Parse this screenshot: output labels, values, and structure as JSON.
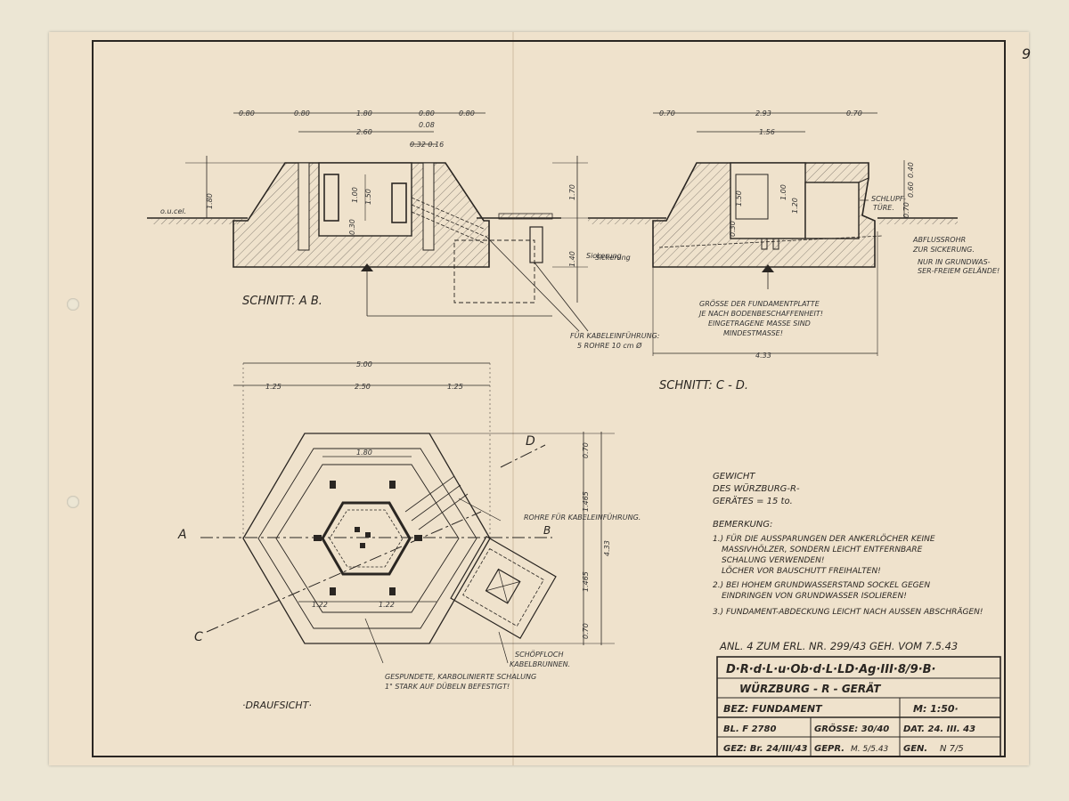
{
  "sheet": {
    "page_number": "9"
  },
  "section_ab": {
    "title": "SCHNITT: A B.",
    "label_oil": "o.u.cel.",
    "dims_top": [
      "0.80",
      "0.80",
      "1.80",
      "0.80",
      "0.80"
    ],
    "dim_260": "2.60",
    "dim_032_016": "0.32 0.16",
    "dim_008": "0.08",
    "dim_180": "1.80",
    "dim_100": "1.00",
    "dim_150": "1.50",
    "dim_030": "0.30",
    "dim_170": "1.70",
    "dim_140": "1.40",
    "label_sickerung": "Sickerung",
    "cable_note": [
      "FÜR KABELEINFÜHRUNG:",
      "5 ROHRE 10 cm Ø"
    ]
  },
  "section_cd": {
    "title": "SCHNITT: C - D.",
    "dim_070_left": "0.70",
    "dim_293": "2.93",
    "dim_070_right": "0.70",
    "dim_156": "1.56",
    "dim_150": "1.50",
    "dim_100": "1.00",
    "dim_120": "1.20",
    "dim_030": "0.30",
    "dim_040": "0.40",
    "dim_060": "0.60",
    "dim_070": "0.70",
    "label_schlupf": [
      "SCHLUPF-",
      "TÜRE."
    ],
    "label_abfluss": [
      "ABFLUSSROHR",
      "ZUR SICKERUNG.",
      "NUR IN GRUNDWAS-",
      "SER-FREIEM GELÄNDE!"
    ],
    "label_sickerung": "Sickerung",
    "plate_note": [
      "GRÖSSE DER FUNDAMENTPLATTE",
      "JE NACH BODENBESCHAFFENHEIT!",
      "EINGETRAGENE MASSE SIND",
      "MINDESTMASSE!"
    ],
    "dim_433": "4.33"
  },
  "plan": {
    "title": "·DRAUFSICHT·",
    "dim_500": "5.00",
    "dims_row": [
      "1.25",
      "2.50",
      "1.25"
    ],
    "dim_180": "1.80",
    "dim_070_top": "0.70",
    "dim_1465_top": "1.465",
    "dim_433": "4.33",
    "dim_1465_bottom": "1.465",
    "dim_070_bottom": "0.70",
    "dim_122_left": "1.22",
    "dim_122_right": "1.22",
    "label_A": "A",
    "label_B": "B",
    "label_C": "C",
    "label_D": "D",
    "label_rohre": "ROHRE FÜR KABELEINFÜHRUNG.",
    "label_schoepf": [
      "SCHÖPFLOCH",
      "KABELBRUNNEN."
    ],
    "label_schalung": [
      "GESPUNDETE, KARBOLINIERTE SCHALUNG",
      "1\" STARK AUF DÜBELN BEFESTIGT!"
    ]
  },
  "notes": {
    "weight": [
      "GEWICHT",
      "DES WÜRZBURG-R-",
      "GERÄTES = 15 to."
    ],
    "remark_title": "BEMERKUNG:",
    "remark_1": [
      "1.) FÜR DIE AUSSPARUNGEN DER ANKERLÖCHER KEINE",
      "MASSIVHÖLZER, SONDERN LEICHT ENTFERNBARE",
      "SCHALUNG VERWENDEN!",
      "LÖCHER VOR BAUSCHUTT FREIHALTEN!"
    ],
    "remark_2": [
      "2.) BEI HOHEM GRUNDWASSERSTAND SOCKEL GEGEN",
      "EINDRINGEN VON GRUNDWASSER ISOLIEREN!"
    ],
    "remark_3": "3.) FUNDAMENT-ABDECKUNG LEICHT NACH AUSSEN ABSCHRÄGEN!"
  },
  "title_block": {
    "annex": "ANL. 4 ZUM ERL. NR. 299/43 GEH. VOM 7.5.43",
    "office": "D·R·d·L·u·Ob·d·L·LD·Ag·III·8/9·B·",
    "device": "WÜRZBURG - R - GERÄT",
    "bez": "BEZ: FUNDAMENT",
    "scale": "M: 1:50·",
    "sheet_no": "BL. F 2780",
    "size": "GRÖSSE: 30/40",
    "date": "DAT. 24. III. 43",
    "gez": "GEZ: Br. 24/III/43",
    "gepr": "GEPR.",
    "gepr_sig": "M. 5/5.43",
    "gen": "GEN.",
    "gen_sig": "N 7/5"
  }
}
